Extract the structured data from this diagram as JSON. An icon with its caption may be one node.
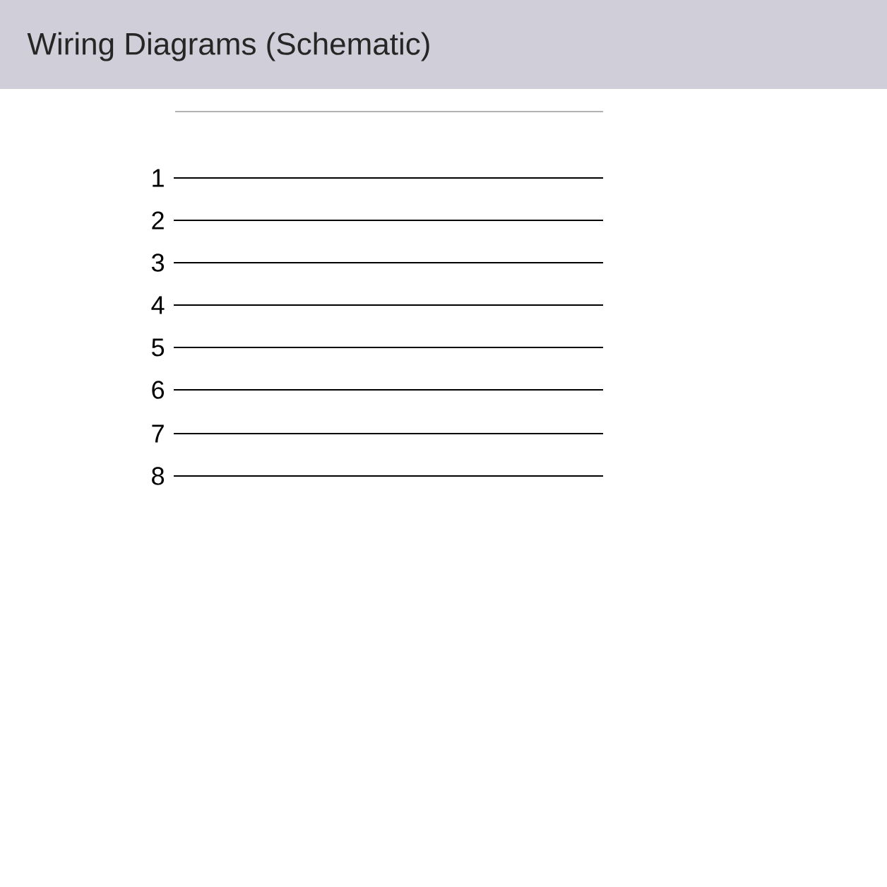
{
  "diagram": {
    "title": "Wiring Diagrams (Schematic)",
    "nodes": [
      {
        "text": [
          "1"
        ]
      },
      {
        "text": [
          "2"
        ]
      },
      {
        "text": [
          "3"
        ]
      },
      {
        "text": [
          "4"
        ]
      },
      {
        "text": [
          "5"
        ]
      },
      {
        "text": [
          "6"
        ]
      },
      {
        "text": [
          "7"
        ]
      },
      {
        "text": [
          "8"
        ]
      }
    ],
    "edges": [
      {
        "from": 0,
        "to": null,
        "arrow": "none"
      },
      {
        "from": 1,
        "to": null,
        "arrow": "none"
      },
      {
        "from": 2,
        "to": null,
        "arrow": "none"
      },
      {
        "from": 3,
        "to": null,
        "arrow": "none"
      },
      {
        "from": 4,
        "to": null,
        "arrow": "none"
      },
      {
        "from": 5,
        "to": null,
        "arrow": "none"
      },
      {
        "from": 6,
        "to": null,
        "arrow": "none"
      },
      {
        "from": 7,
        "to": null,
        "arrow": "none"
      }
    ]
  }
}
